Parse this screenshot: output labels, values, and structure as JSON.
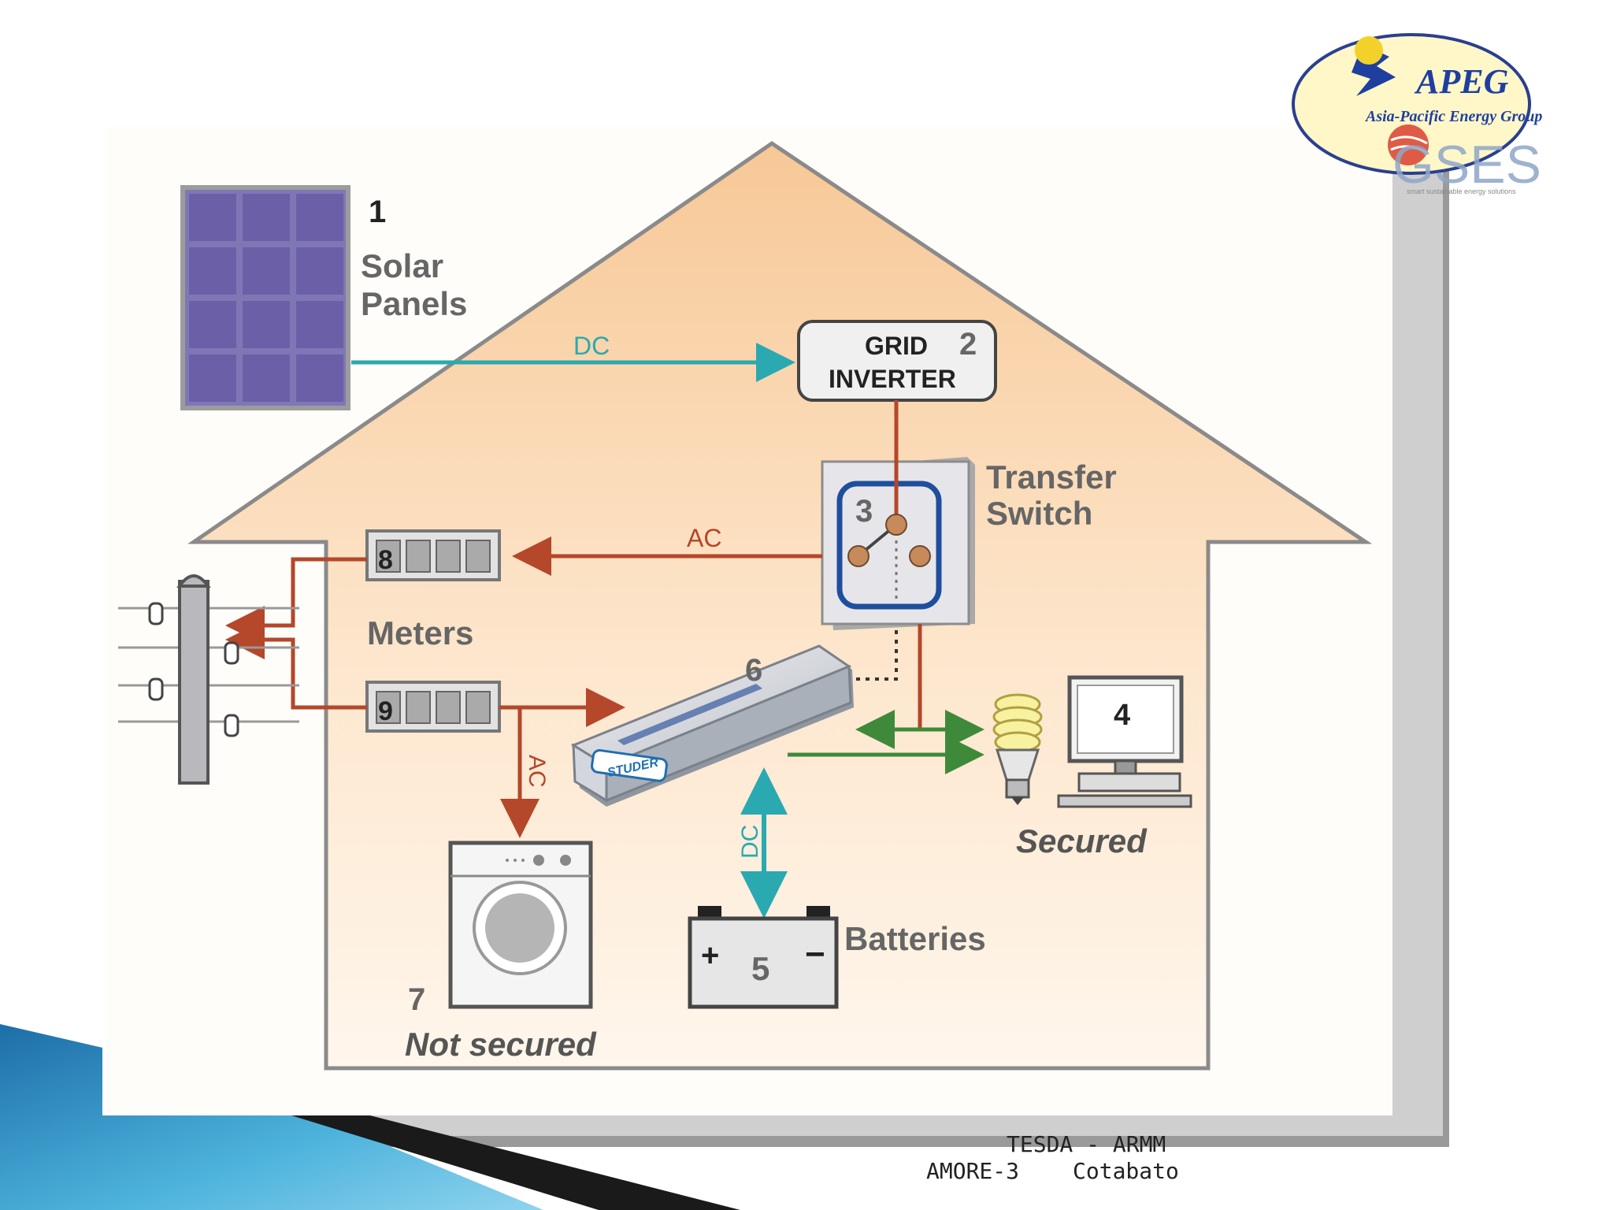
{
  "logo": {
    "name": "APEG",
    "subtitle": "Asia-Pacific Energy Group",
    "mark": "GSES",
    "tagline": "smart sustainable energy solutions"
  },
  "diagram": {
    "solar_number": "1",
    "solar_label_line1": "Solar",
    "solar_label_line2": "Panels",
    "dc_label_top": "DC",
    "inverter_line1": "GRID",
    "inverter_line2": "INVERTER",
    "inverter_number": "2",
    "transfer_number": "3",
    "transfer_label_line1": "Transfer",
    "transfer_label_line2": "Switch",
    "ac_label_top": "AC",
    "meter_top_number": "8",
    "meter_bottom_number": "9",
    "meters_label": "Meters",
    "ac_label_vertical": "AC",
    "battery_inverter_number": "6",
    "battery_inverter_brand": "STUDER",
    "dc_label_vertical": "DC",
    "load_number": "4",
    "secured_label": "Secured",
    "batteries_number": "5",
    "batteries_plus": "+",
    "batteries_minus": "−",
    "batteries_label": "Batteries",
    "washer_number": "7",
    "not_secured_label": "Not secured"
  },
  "footer": {
    "line1": "TESDA - ARMM",
    "line2_left": "AMORE-3",
    "line2_right": "Cotabato"
  },
  "colors": {
    "house_fill": "#fbd8ae",
    "ac_wire": "#b5472a",
    "dc_wire": "#2aa9b0",
    "green_wire": "#3f8a3a",
    "panel_cell": "#6b5fa8",
    "accent_blue": "#1f6fb0"
  }
}
